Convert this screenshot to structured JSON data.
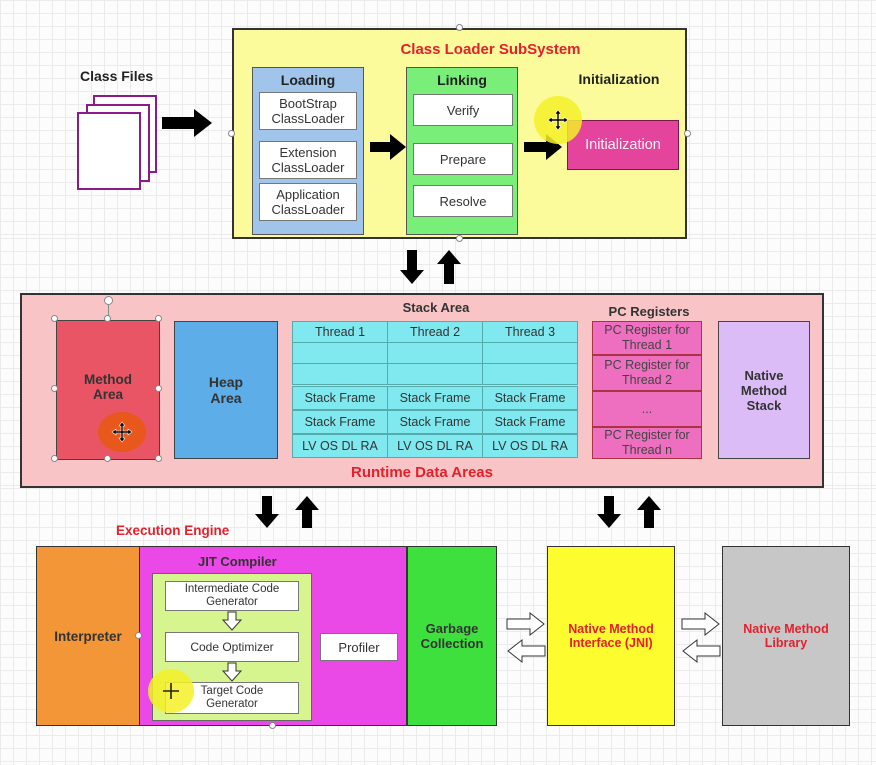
{
  "class_files": {
    "label": "Class Files"
  },
  "class_loader": {
    "title": "Class Loader SubSystem",
    "loading": {
      "title": "Loading",
      "items": [
        "BootStrap ClassLoader",
        "Extension ClassLoader",
        "Application ClassLoader"
      ]
    },
    "linking": {
      "title": "Linking",
      "items": [
        "Verify",
        "Prepare",
        "Resolve"
      ]
    },
    "initialization": {
      "title": "Initialization",
      "box": "Initialization"
    }
  },
  "runtime": {
    "title": "Runtime Data Areas",
    "method_area": "Method Area",
    "heap_area": "Heap Area",
    "stack_area": {
      "title": "Stack Area",
      "threads": [
        "Thread 1",
        "Thread 2",
        "Thread 3"
      ],
      "stack_frame": "Stack Frame",
      "lv_os": "LV OS DL RA"
    },
    "pc_registers": {
      "title": "PC Registers",
      "items": [
        "PC Register for Thread 1",
        "PC Register for Thread 2",
        "...",
        "PC Register for Thread n"
      ]
    },
    "native_method_stack": "Native Method Stack"
  },
  "execution_engine": {
    "title": "Execution Engine",
    "interpreter": "Interpreter",
    "jit": {
      "title": "JIT Compiler",
      "intermediate": "Intermediate Code Generator",
      "optimizer": "Code Optimizer",
      "target": "Target Code Generator",
      "profiler": "Profiler"
    },
    "gc": "Garbage Collection"
  },
  "jni": "Native Method Interface (JNI)",
  "native_library": "Native Method Library",
  "colors": {
    "class_loader_bg": "#fbfb9b",
    "runtime_bg": "#f9c4c6",
    "method_area": "#ea5565",
    "heap_area": "#5cade8",
    "jit_bg": "#eb48e8",
    "interpreter": "#f29637",
    "gc": "#3ee03e",
    "jni": "#fcfc2e",
    "native_library": "#c7c7c7",
    "title_red": "#e4202c"
  }
}
